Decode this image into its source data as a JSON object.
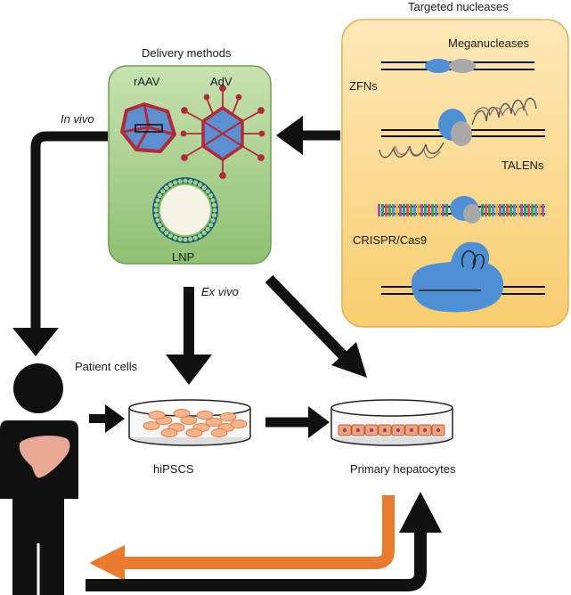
{
  "labels": {
    "targeted_nucleases": "Targeted nucleases",
    "delivery_methods": "Delivery methods",
    "meganucleases": "Meganucleases",
    "zfns": "ZFNs",
    "talens": "TALENs",
    "crispr": "CRISPR/Cas9",
    "raav": "rAAV",
    "adv": "AdV",
    "lnp": "LNP",
    "in_vivo": "In vivo",
    "ex_vivo": "Ex vivo",
    "patient_cells": "Patient cells",
    "hipscs": "hiPSCS",
    "primary_hepatocytes": "Primary hepatocytes"
  },
  "colors": {
    "nuclease_box": "#fbd98e",
    "delivery_box": "#a8d08d",
    "protein_blue": "#4f8fd6",
    "virus_red": "#b22a3a",
    "liver": "#e8a896",
    "return_arrow": "#e97b2e",
    "cells_orange": "#f6b48a"
  }
}
